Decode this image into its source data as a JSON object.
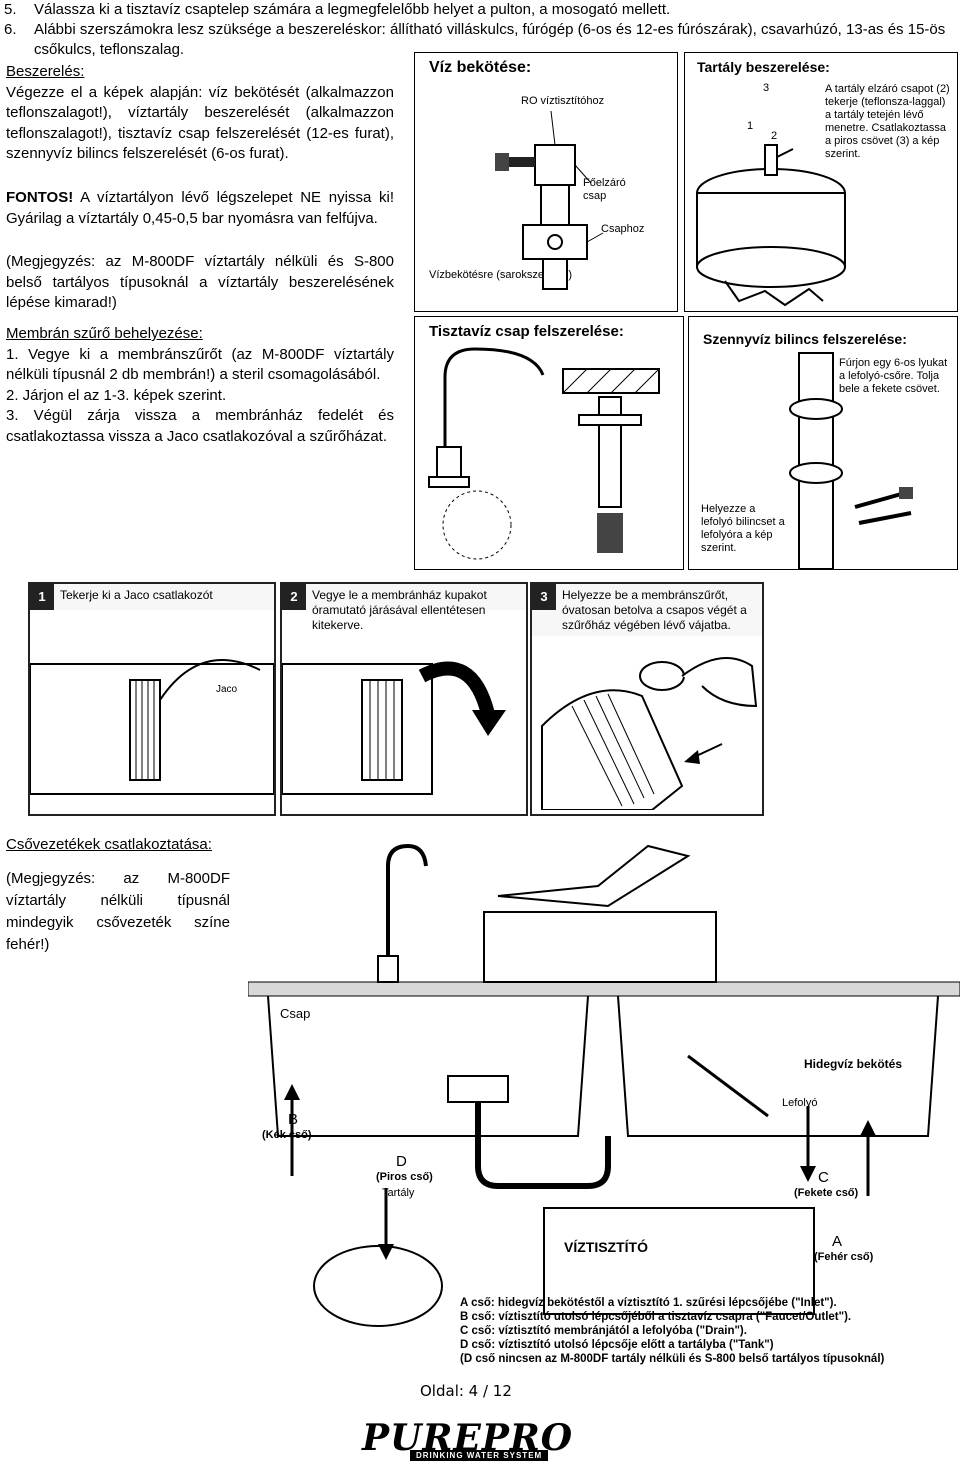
{
  "list": [
    {
      "num": "5.",
      "text": "Válassza ki a tisztavíz csaptelep számára a legmegfelelőbb helyet a pulton, a mosogató mellett."
    },
    {
      "num": "6.",
      "text": "Alábbi szerszámokra lesz szüksége a beszereléskor: állítható villáskulcs, fúrógép (6-os és 12-es fúrószárak), csavarhúzó, 13-as és 15-ös csőkulcs, teflonszalag."
    }
  ],
  "install": {
    "heading": "Beszerelés:",
    "body": "Végezze el a képek alapján: víz bekötését (alkalmazzon teflonszalagot!), víztartály beszerelését (alkalmazzon teflonszalagot!), tisztavíz csap felszerelését (12-es furat), szennyvíz bilincs felszerelését (6-os furat).",
    "warning_label": "FONTOS!",
    "warning_text": " A víztartályon lévő légszelepet NE nyissa ki! Gyárilag a víztartály 0,45-0,5 bar nyomásra van felfújva.",
    "note": "(Megjegyzés: az M-800DF víztartály nélküli és S-800 belső tartályos típusoknál a víztartály beszerelésének lépése kimarad!)"
  },
  "membrane": {
    "heading": "Membrán szűrő behelyezése:",
    "steps": [
      "1. Vegye ki a membránszűrőt (az M-800DF víztartály nélküli típusnál 2 db membrán!) a steril csomagolásából.",
      "2. Járjon el az 1-3. képek szerint.",
      "3. Végül zárja vissza a membránház fedelét és csatlakoztassa vissza a Jaco csatlakozóval a szűrőházat."
    ]
  },
  "fig_water": {
    "title": "Víz bekötése:",
    "ro_label": "RO víztisztítóhoz",
    "main_label": "Főelzáró csap",
    "tap_label": "Csaphoz",
    "bottom_label": "Vízbekötésre (sarokszelepre)"
  },
  "fig_tank": {
    "title": "Tartály beszerelése:",
    "desc": "A tartály elzáró csapot (2) tekerje (teflonsza-laggal) a tartály tetején lévő menetre. Csatlakoztassa a piros csövet (3) a kép szerint.",
    "n1": "1",
    "n2": "2",
    "n3": "3"
  },
  "fig_faucet": {
    "title": "Tisztavíz csap felszerelése:"
  },
  "fig_drain": {
    "title": "Szennyvíz bilincs felszerelése:",
    "desc1": "Fúrjon egy 6-os lyukat a lefolyó-csőre. Tolja bele a fekete csövet.",
    "desc2": "Helyezze a lefolyó bilincset a lefolyóra a kép szerint."
  },
  "steps": [
    {
      "num": "1",
      "text": "Tekerje ki a Jaco csatlakozót",
      "jaco": "Jaco"
    },
    {
      "num": "2",
      "text": "Vegye le a membránház kupakot óramutató járásával ellentétesen kitekerve."
    },
    {
      "num": "3",
      "text": "Helyezze be a membránszűrőt, óvatosan betolva a csapos végét a szűrőház végében lévő vájatba."
    }
  ],
  "pipes": {
    "heading": "Csővezetékek csatlakoztatása:",
    "note": "(Megjegyzés: az M-800DF víztartály nélküli típusnál mindegyik csővezeték színe fehér!)",
    "labels": {
      "csap": "Csap",
      "hidegviz": "Hidegvíz bekötés",
      "lefolyo": "Lefolyó",
      "b": "B",
      "b_sub": "(Kék cső)",
      "d": "D",
      "d_sub": "(Piros cső)",
      "tartaly": "Tartály",
      "c": "C",
      "c_sub": "(Fekete cső)",
      "a": "A",
      "a_sub": "(Fehér cső)",
      "unit": "VÍZTISZTÍTÓ"
    },
    "legend": [
      "A cső: hidegvíz bekötéstől a víztisztító 1. szűrési lépcsőjébe (\"Inlet\").",
      "B cső: víztisztító utolsó lépcsőjéből a tisztavíz csapra (\"Faucet/Outlet\").",
      "C cső: víztisztító membránjától a lefolyóba (\"Drain\").",
      "D cső: víztisztító utolsó lépcsője előtt a tartályba (\"Tank\")",
      "(D cső nincsen az M-800DF tartály nélküli és S-800 belső tartályos típusoknál)"
    ]
  },
  "footer": {
    "page": "Oldal: 4 / 12",
    "logo": "PUREPRO",
    "logo_sub": "DRINKING WATER SYSTEM"
  }
}
